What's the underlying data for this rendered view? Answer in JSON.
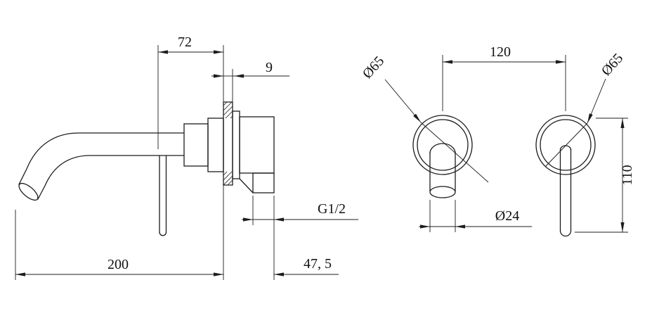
{
  "page": {
    "background": "#ffffff",
    "line_color": "#1c1c1c"
  },
  "drawing": {
    "dims": {
      "spout_reach": "72",
      "wall_plate_offset": "9",
      "overall_length": "200",
      "behind_wall_depth": "47, 5",
      "inlet_thread": "G1/2",
      "centres_distance": "120",
      "left_flange_dia": "Ø65",
      "right_flange_dia": "Ø65",
      "spout_dia": "Ø24",
      "lever_length": "110"
    }
  }
}
